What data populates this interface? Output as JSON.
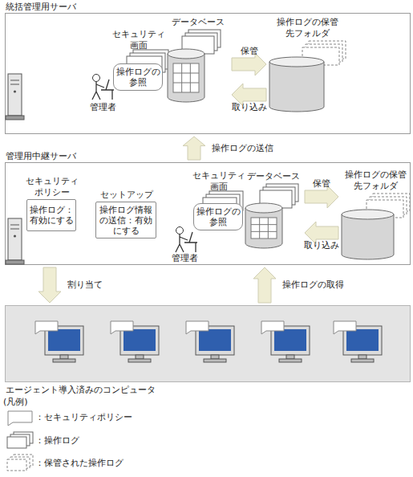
{
  "diagram": {
    "nodes": [
      {
        "text": [
          "統括管理用サーバ"
        ]
      },
      {
        "text": [
          "セキュリティ画面",
          "操作ログの参照"
        ],
        "in": 0
      },
      {
        "text": [
          "データベース"
        ],
        "in": 0
      },
      {
        "text": [
          "操作ログの保管先フォルダ"
        ],
        "in": 0
      },
      {
        "text": [
          "管理用中継サーバ"
        ]
      },
      {
        "text": [
          "セキュリティポリシー",
          "操作ログ：有効にする"
        ],
        "in": 4
      },
      {
        "text": [
          "セットアップ",
          "操作ログ情報の送信：有効にする"
        ],
        "in": 4
      },
      {
        "text": [
          "セキュリティ画面",
          "操作ログの参照"
        ],
        "in": 4
      },
      {
        "text": [
          "データベース"
        ],
        "in": 4
      },
      {
        "text": [
          "操作ログの保管先フォルダ"
        ],
        "in": 4
      },
      {
        "text": [
          "エージェント導入済みのコンピュータ"
        ]
      }
    ],
    "edges": [
      {
        "from": 2,
        "to": 3,
        "label": "保管",
        "arrow": "to"
      },
      {
        "from": 3,
        "to": 2,
        "label": "取り込み",
        "arrow": "to"
      },
      {
        "from": 8,
        "to": 9,
        "label": "保管",
        "arrow": "to"
      },
      {
        "from": 9,
        "to": 8,
        "label": "取り込み",
        "arrow": "to"
      },
      {
        "from": 4,
        "to": 0,
        "label": "操作ログの送信",
        "arrow": "to"
      },
      {
        "from": 4,
        "to": 10,
        "label": "割り当て",
        "arrow": "to"
      },
      {
        "from": 10,
        "to": 4,
        "label": "操作ログの取得",
        "arrow": "to"
      }
    ],
    "labels": [
      "管理者",
      "管理者",
      "(凡例)"
    ],
    "legend": [
      {
        "text": "：セキュリティポリシー"
      },
      {
        "text": "：操作ログ"
      },
      {
        "text": "：保管された操作ログ"
      }
    ]
  }
}
